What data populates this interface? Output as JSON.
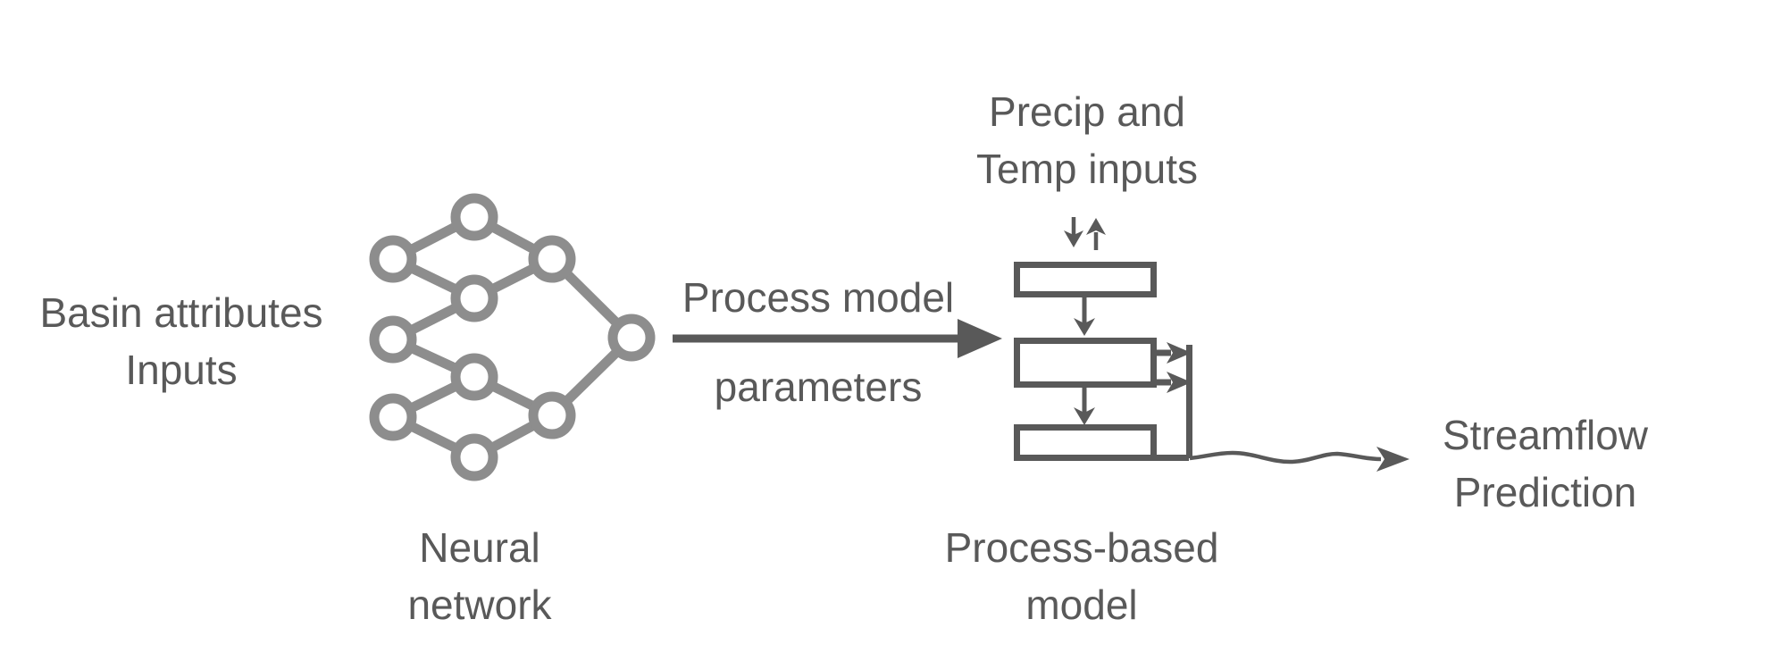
{
  "title": "Neural network providing process model parameters to a process-based hydrology model",
  "colors": {
    "dark": "#595959",
    "net": "#8d8d8d",
    "bg": "#ffffff",
    "box_fill": "#ffffff"
  },
  "labels": {
    "basin_inputs": {
      "line1": "Basin attributes",
      "line2": "Inputs"
    },
    "neural_network": {
      "line1": "Neural",
      "line2": "network"
    },
    "process_params": {
      "line1": "Process model",
      "line2": "parameters"
    },
    "precip_temp": {
      "line1": "Precip and",
      "line2": "Temp inputs"
    },
    "process_based": {
      "line1": "Process-based",
      "line2": "model"
    },
    "streamflow": {
      "line1": "Streamflow",
      "line2": "Prediction"
    }
  }
}
